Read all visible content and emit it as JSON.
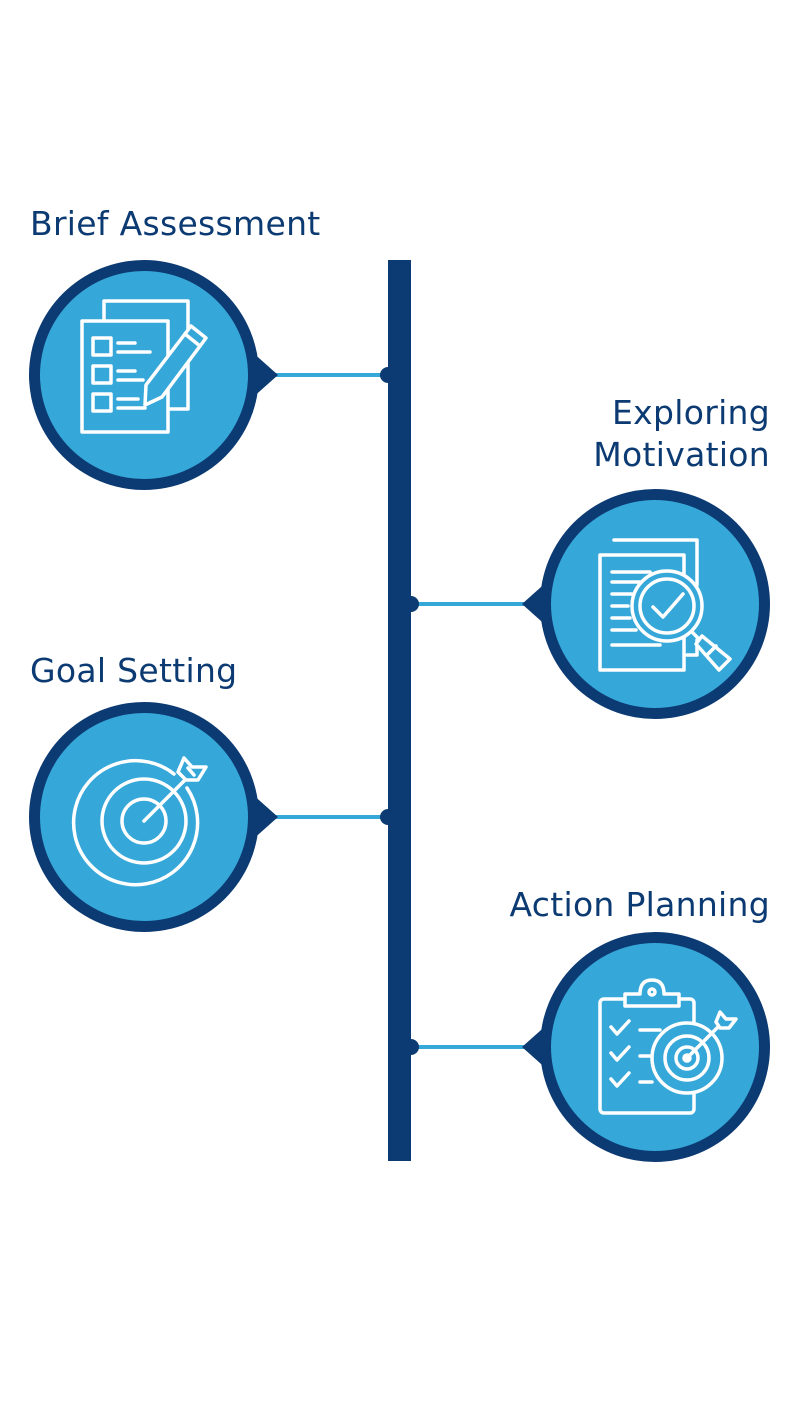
{
  "colors": {
    "navy": "#0c3a72",
    "accent_blue": "#36a7d9",
    "icon_stroke": "#ffffff",
    "background": "#ffffff"
  },
  "steps": [
    {
      "label_lines": [
        "Brief Assessment"
      ],
      "side": "left",
      "icon": "checklist-pencil-icon"
    },
    {
      "label_lines": [
        "Exploring",
        "Motivation"
      ],
      "side": "right",
      "icon": "document-magnifier-check-icon"
    },
    {
      "label_lines": [
        "Goal Setting"
      ],
      "side": "left",
      "icon": "target-arrow-icon"
    },
    {
      "label_lines": [
        "Action Planning"
      ],
      "side": "right",
      "icon": "clipboard-checklist-target-icon"
    }
  ]
}
